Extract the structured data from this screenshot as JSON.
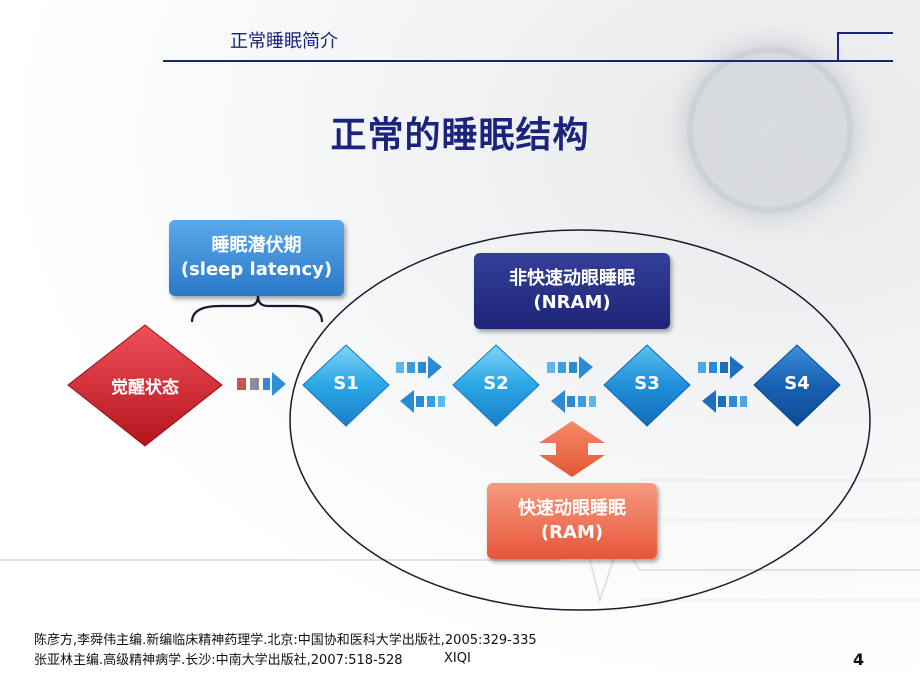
{
  "header": {
    "section_title": "正常睡眠简介"
  },
  "slide": {
    "title": "正常的睡眠结构",
    "page_number": "4",
    "watermark": "XIQI"
  },
  "diagram": {
    "wake": "觉醒状态",
    "latency": {
      "line1": "睡眠潜伏期",
      "line2": "(sleep latency)"
    },
    "nram": {
      "line1": "非快速动眼睡眠",
      "line2": "(NRAM)"
    },
    "ram": {
      "line1": "快速动眼睡眠",
      "line2": "(RAM)"
    },
    "stages": [
      "S1",
      "S2",
      "S3",
      "S4"
    ],
    "colors": {
      "wake": "#d8242e",
      "stage_light": "#33b5ee",
      "stage_dark": "#1560b0",
      "arrow": "#2f8fd6",
      "ram_arrow": "#ec6b4b",
      "navy": "#1a237e"
    }
  },
  "references": [
    "陈彦方,李舜伟主编.新编临床精神药理学.北京:中国协和医科大学出版社,2005:329-335",
    "张亚林主编.高级精神病学.长沙:中南大学出版社,2007:518-528"
  ]
}
